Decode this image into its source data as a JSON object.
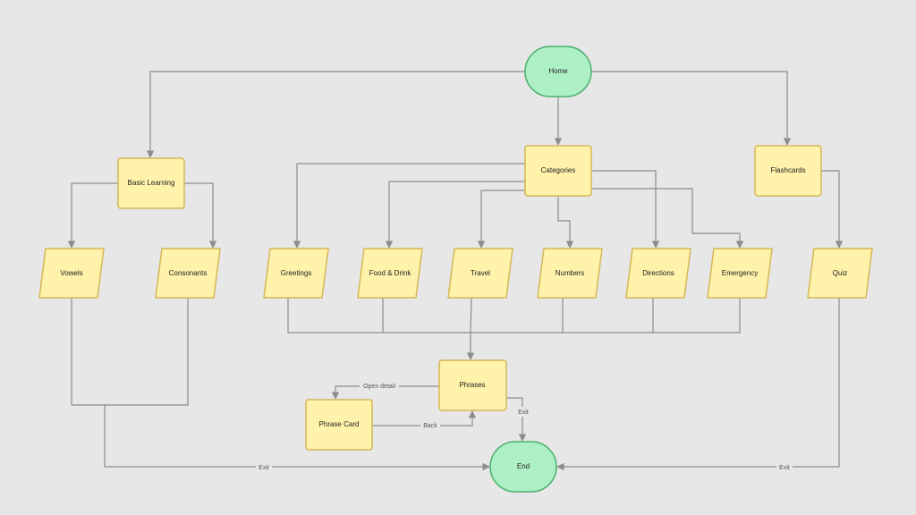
{
  "colors": {
    "background": "#e7e7e7",
    "process_fill": "#fff2ab",
    "process_stroke": "#d6b656",
    "terminal_fill": "#aef0c6",
    "terminal_stroke": "#4caf6e",
    "edge": "#8c8c8c"
  },
  "nodes": {
    "home": "Home",
    "basic_learning": "Basic Learning",
    "categories": "Categories",
    "flashcards": "Flashcards",
    "vowels": "Vowels",
    "consonants": "Consonants",
    "greetings": "Greetings",
    "food_drink": "Food & Drink",
    "travel": "Travel",
    "numbers": "Numbers",
    "directions": "Directions",
    "emergency": "Emergency",
    "quiz": "Quiz",
    "phrases": "Phrases",
    "phrase_card": "Phrase Card",
    "end": "End"
  },
  "edge_labels": {
    "open_detail": "Open detail",
    "back": "Back",
    "exit_phrases": "Exit",
    "exit_left": "Exit",
    "exit_right": "Exit"
  }
}
